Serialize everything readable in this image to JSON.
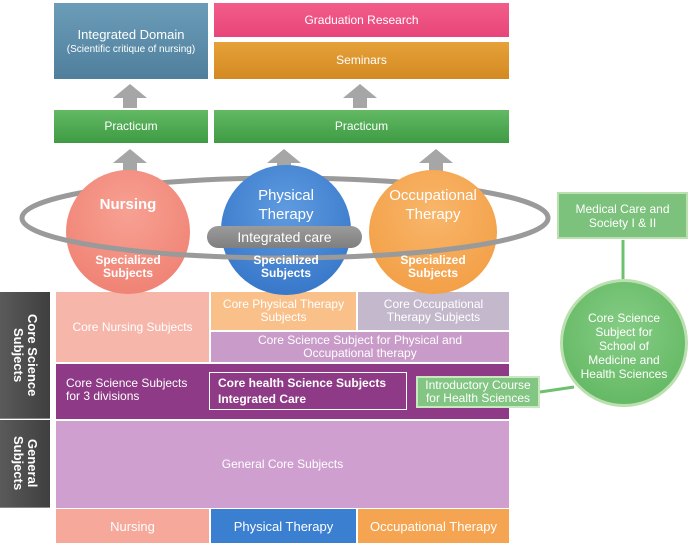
{
  "top": {
    "integrated_domain": {
      "line1": "Integrated Domain",
      "line2": "(Scientific critique of nursing)"
    },
    "graduation_research": "Graduation Research",
    "seminars": "Seminars",
    "practicum_left": "Practicum",
    "practicum_right": "Practicum"
  },
  "circles": {
    "nursing": {
      "title": "Nursing",
      "subtitle_1": "Specialized",
      "subtitle_2": "Subjects"
    },
    "physical": {
      "title_1": "Physical",
      "title_2": "Therapy",
      "subtitle_1": "Specialized",
      "subtitle_2": "Subjects"
    },
    "occupational": {
      "title_1": "Occupational",
      "title_2": "Therapy",
      "subtitle_1": "Specialized",
      "subtitle_2": "Subjects"
    },
    "integrated_care": "Integrated care"
  },
  "right": {
    "medical_care": {
      "line1": "Medical Care and",
      "line2": "Society I & II"
    },
    "core_science_school": {
      "line1": "Core Science",
      "line2": "Subject for",
      "line3": "School of",
      "line4": "Medicine and",
      "line5": "Health Sciences"
    }
  },
  "sidebar": {
    "core_science": {
      "line1": "Core Science",
      "line2": "Subjects"
    },
    "general": {
      "line1": "General",
      "line2": "Subjects"
    }
  },
  "grid": {
    "core_nursing": "Core Nursing Subjects",
    "core_pt": {
      "line1": "Core Physical Therapy",
      "line2": "Subjects"
    },
    "core_ot": {
      "line1": "Core Occupational",
      "line2": "Therapy Subjects"
    },
    "core_pt_ot": {
      "line1": "Core Science Subject for Physical and",
      "line2": "Occupational therapy"
    },
    "core_3div": {
      "line1": "Core Science Subjects",
      "line2": "for 3 divisions"
    },
    "core_health": {
      "line1": "Core health Science Subjects",
      "line2": "Integrated Care"
    },
    "intro_course": {
      "line1": "Introductory Course",
      "line2": "for Health Sciences"
    },
    "general_core": "General Core Subjects"
  },
  "bottom": {
    "nursing": "Nursing",
    "physical_therapy": "Physical Therapy",
    "occupational_therapy": "Occupational Therapy"
  },
  "colors": {
    "nursing": "#f28e80",
    "physical_therapy": "#3a7fd0",
    "occupational_therapy": "#f5a552",
    "core_3div": "#8e3a86",
    "general": "#cfa0cf",
    "green": "#6ec06e"
  }
}
